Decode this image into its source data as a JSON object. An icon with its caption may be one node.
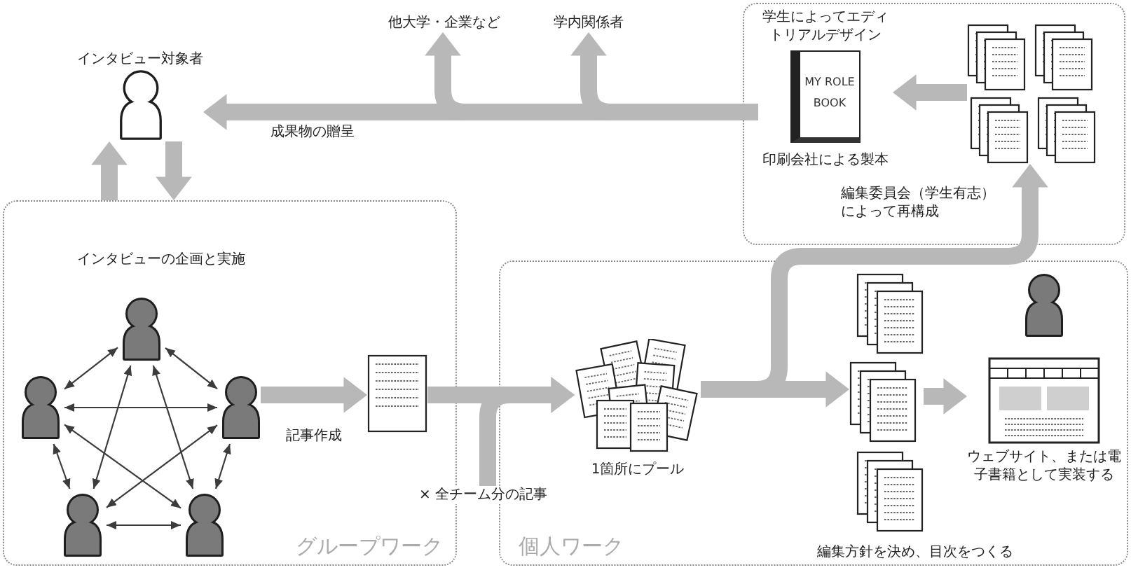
{
  "diagram": {
    "nodes": [
      {
        "text": [
          "他大学・企業など"
        ]
      },
      {
        "text": [
          "学内関係者"
        ]
      },
      {
        "text": [],
        "shape": "box"
      },
      {
        "text": [
          "学生によってエディトリアルデザイン",
          "MY ROLE BOOK"
        ],
        "beside": [
          "印刷会社による製本"
        ],
        "in": 2
      },
      {
        "text": [],
        "shape": "picture",
        "in": 2
      },
      {
        "text": [
          "インタビュー対象者"
        ]
      },
      {
        "text": [
          "インタビューの企画と実施",
          "グループワーク"
        ]
      },
      {
        "text": [],
        "shape": "person",
        "in": 6
      },
      {
        "text": [],
        "shape": "person",
        "in": 6
      },
      {
        "text": [],
        "shape": "person",
        "in": 6
      },
      {
        "text": [],
        "shape": "person",
        "in": 6
      },
      {
        "text": [],
        "shape": "person",
        "in": 6
      },
      {
        "text": [],
        "shape": "picture",
        "in": 6
      },
      {
        "text": [
          "× 全チーム分の記事"
        ]
      },
      {
        "text": [
          "個人ワーク"
        ]
      },
      {
        "text": [],
        "shape": "picture",
        "beside": [
          "1箇所にプール"
        ],
        "in": 14
      },
      {
        "text": [],
        "shape": "picture",
        "in": 14
      },
      {
        "text": [],
        "shape": "person",
        "in": 14
      },
      {
        "text": [],
        "shape": "picture",
        "beside": [
          "ウェブサイト、または電子書籍として実装する"
        ],
        "in": 14
      }
    ],
    "edges": [
      {
        "from": 3,
        "to": 5,
        "arrow": "to",
        "label": "成果物の贈呈"
      },
      {
        "from": 3,
        "to": 0,
        "arrow": "to"
      },
      {
        "from": 3,
        "to": 1,
        "arrow": "to"
      },
      {
        "from": 4,
        "to": 3,
        "arrow": "to"
      },
      {
        "from": 6,
        "to": 5,
        "arrow": "to"
      },
      {
        "from": 5,
        "to": 6,
        "arrow": "to"
      },
      {
        "from": 7,
        "to": 8,
        "arrow": "both",
        "color": "#3c3c3c"
      },
      {
        "from": 7,
        "to": 9,
        "arrow": "both",
        "color": "#3c3c3c"
      },
      {
        "from": 8,
        "to": 9,
        "arrow": "both",
        "color": "#3c3c3c"
      },
      {
        "from": 7,
        "to": 10,
        "arrow": "both",
        "color": "#3c3c3c"
      },
      {
        "from": 7,
        "to": 11,
        "arrow": "both",
        "color": "#3c3c3c"
      },
      {
        "from": 8,
        "to": 10,
        "arrow": "both",
        "color": "#3c3c3c"
      },
      {
        "from": 8,
        "to": 11,
        "arrow": "both",
        "color": "#3c3c3c"
      },
      {
        "from": 9,
        "to": 10,
        "arrow": "both",
        "color": "#3c3c3c"
      },
      {
        "from": 9,
        "to": 11,
        "arrow": "both",
        "color": "#3c3c3c"
      },
      {
        "from": 10,
        "to": 11,
        "arrow": "both",
        "color": "#3c3c3c"
      },
      {
        "from": 9,
        "to": 12,
        "arrow": "to",
        "label": "記事作成"
      },
      {
        "from": 12,
        "to": 15,
        "arrow": "to"
      },
      {
        "from": 13,
        "to": 15,
        "arrow": "to"
      },
      {
        "from": 15,
        "to": 4,
        "arrow": "to",
        "label": "編集委員会（学生有志）によって再構成"
      },
      {
        "from": 15,
        "to": 16,
        "arrow": "to"
      },
      {
        "from": 16,
        "to": 18,
        "arrow": "to"
      }
    ],
    "labels": [
      "編集方針を決め、目次をつくる"
    ]
  }
}
